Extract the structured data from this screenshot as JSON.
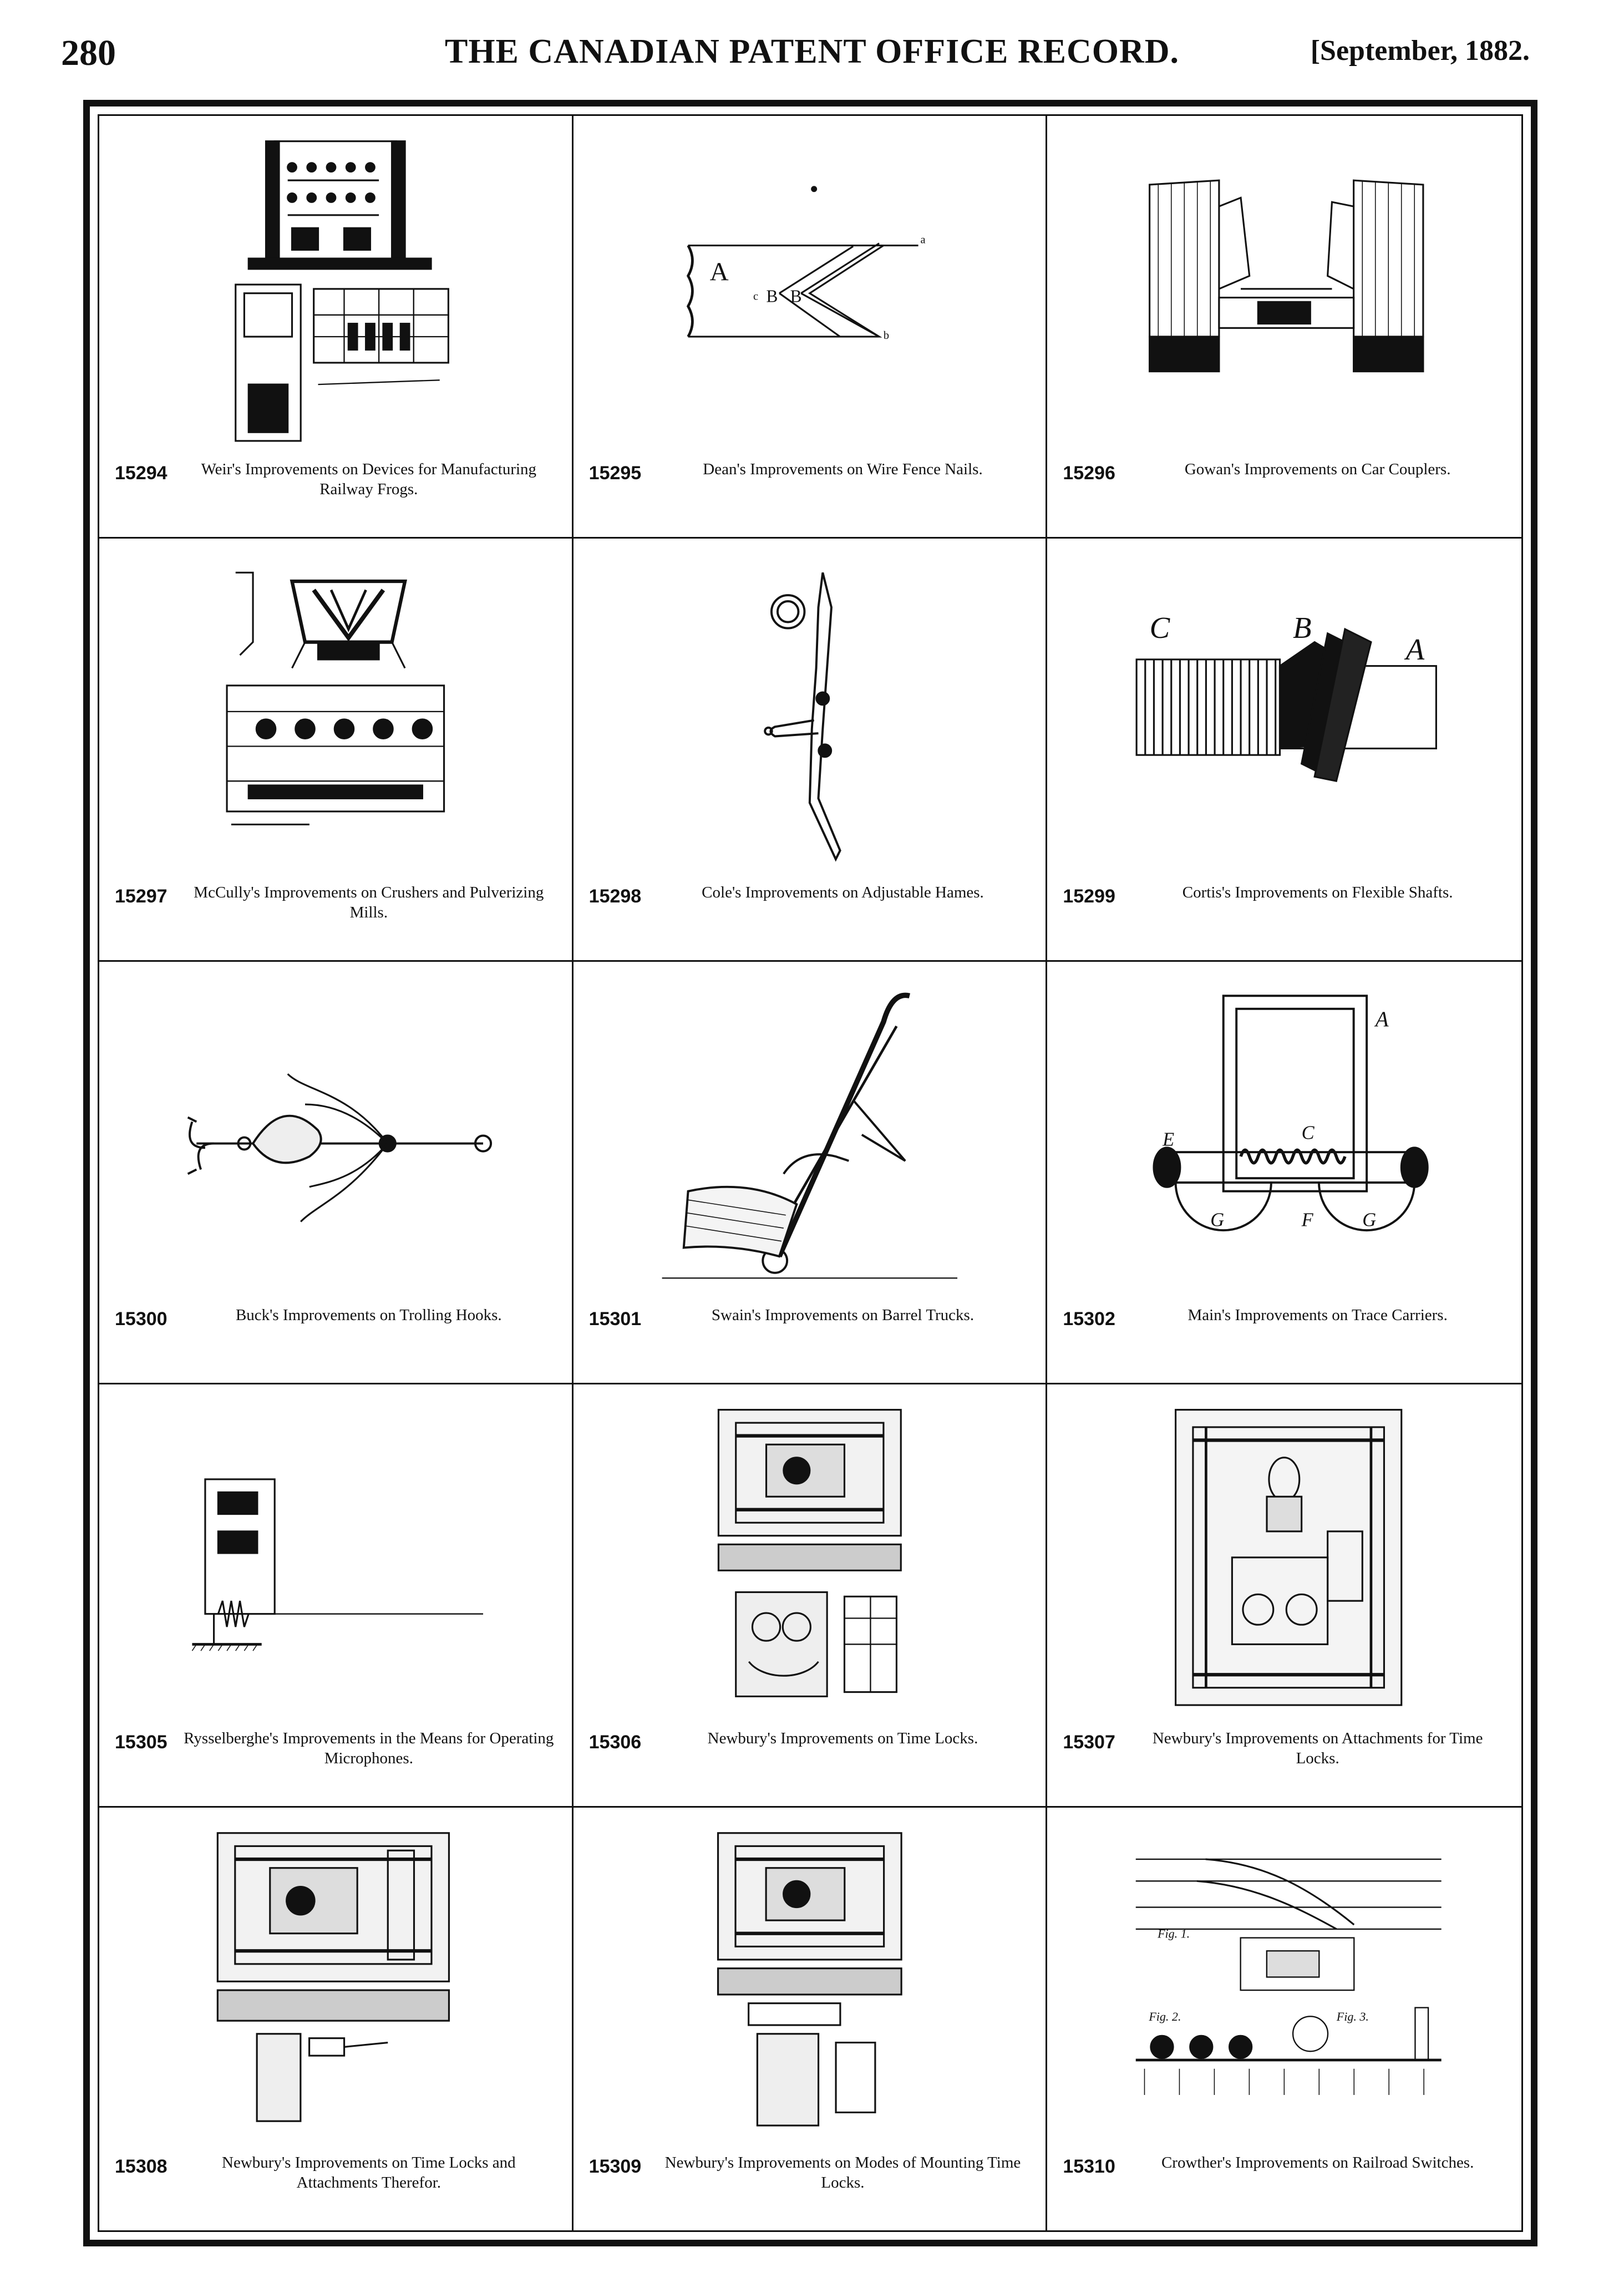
{
  "header": {
    "page_number": "280",
    "title": "THE CANADIAN PATENT OFFICE RECORD.",
    "date": "[September, 1882."
  },
  "patents": [
    {
      "number": "15294",
      "caption": "Weir's Improvements on Devices for Manufacturing Railway Frogs.",
      "icon": "machine-press-drawing"
    },
    {
      "number": "15295",
      "caption": "Dean's Improvements on Wire Fence Nails.",
      "icon": "fence-nail-drawing",
      "fig_labels": [
        "A",
        "B",
        "B",
        "c",
        "a",
        "b"
      ]
    },
    {
      "number": "15296",
      "caption": "Gowan's Improvements on Car Couplers.",
      "icon": "car-coupler-drawing"
    },
    {
      "number": "15297",
      "caption": "McCully's Improvements on Crushers and Pulverizing Mills.",
      "icon": "crusher-mill-drawing"
    },
    {
      "number": "15298",
      "caption": "Cole's Improvements on Adjustable Hames.",
      "icon": "hame-drawing"
    },
    {
      "number": "15299",
      "caption": "Cortis's Improvements on Flexible Shafts.",
      "icon": "flexible-shaft-drawing",
      "fig_labels": [
        "C",
        "B",
        "A"
      ]
    },
    {
      "number": "15300",
      "caption": "Buck's Improvements on Trolling Hooks.",
      "icon": "trolling-hook-drawing"
    },
    {
      "number": "15301",
      "caption": "Swain's Improvements on Barrel Trucks.",
      "icon": "barrel-truck-drawing"
    },
    {
      "number": "15302",
      "caption": "Main's Improvements on Trace Carriers.",
      "icon": "trace-carrier-drawing",
      "fig_labels": [
        "A",
        "C",
        "E",
        "G",
        "F",
        "G"
      ]
    },
    {
      "number": "15305",
      "caption": "Rysselberghe's Improvements in the Means for Operating Microphones.",
      "icon": "microphone-circuit-drawing"
    },
    {
      "number": "15306",
      "caption": "Newbury's Improvements on Time Locks.",
      "icon": "time-lock-drawing"
    },
    {
      "number": "15307",
      "caption": "Newbury's Improvements on Attachments for Time Locks.",
      "icon": "time-lock-attachment-drawing"
    },
    {
      "number": "15308",
      "caption": "Newbury's Improvements on Time Locks and Attachments Therefor.",
      "icon": "time-lock-drawing"
    },
    {
      "number": "15309",
      "caption": "Newbury's Improvements on Modes of Mounting Time Locks.",
      "icon": "time-lock-mount-drawing"
    },
    {
      "number": "15310",
      "caption": "Crowther's Improvements on Railroad Switches.",
      "icon": "railroad-switch-drawing",
      "fig_labels": [
        "Fig. 1.",
        "Fig. 2.",
        "Fig. 3."
      ]
    }
  ]
}
